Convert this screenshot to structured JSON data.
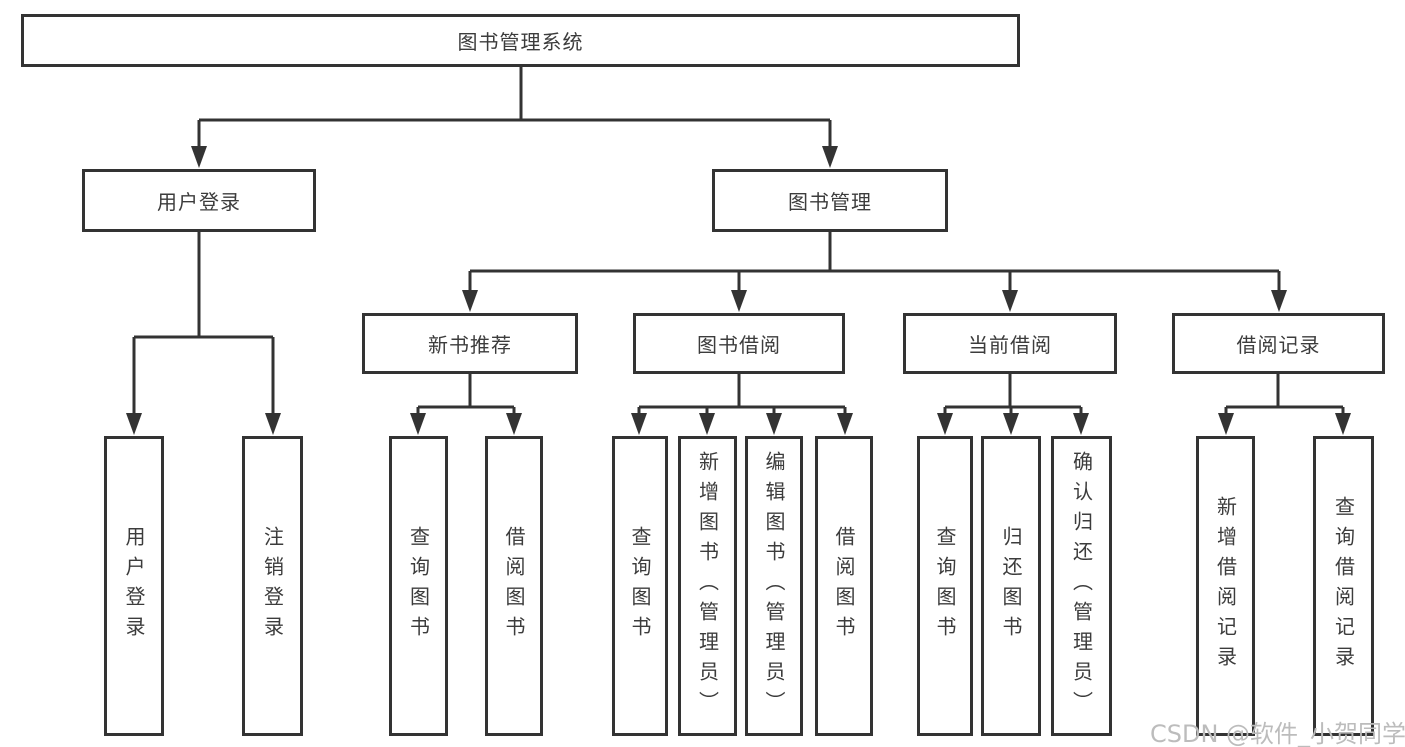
{
  "colors": {
    "line": "#333333",
    "text": "#3c3c3c",
    "box_background": "#ffffff",
    "watermark": "#bcbcbc"
  },
  "diagram": {
    "type": "hierarchy-tree",
    "root": {
      "label": "图书管理系统"
    },
    "children": [
      {
        "label": "用户登录",
        "children": [
          {
            "label": "用户登录"
          },
          {
            "label": "注销登录"
          }
        ]
      },
      {
        "label": "图书管理",
        "children": [
          {
            "label": "新书推荐",
            "children": [
              {
                "label": "查询图书"
              },
              {
                "label": "借阅图书"
              }
            ]
          },
          {
            "label": "图书借阅",
            "children": [
              {
                "label": "查询图书"
              },
              {
                "label": "新增图书（管理员）"
              },
              {
                "label": "编辑图书（管理员）"
              },
              {
                "label": "借阅图书"
              }
            ]
          },
          {
            "label": "当前借阅",
            "children": [
              {
                "label": "查询图书"
              },
              {
                "label": "归还图书"
              },
              {
                "label": "确认归还（管理员）"
              }
            ]
          },
          {
            "label": "借阅记录",
            "children": [
              {
                "label": "新增借阅记录"
              },
              {
                "label": "查询借阅记录"
              }
            ]
          }
        ]
      }
    ]
  },
  "watermark": {
    "text": "CSDN @软件_小贺同学"
  }
}
